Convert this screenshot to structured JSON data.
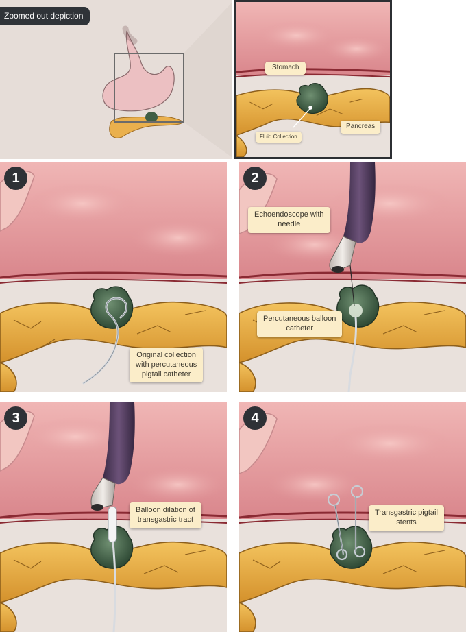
{
  "overview": {
    "tag": "Zoomed out depiction"
  },
  "inset": {
    "stomach_label": "Stomach",
    "fluid_label": "Fluid Collection",
    "pancreas_label": "Pancreas"
  },
  "steps": [
    {
      "number": "1",
      "label": "Original collection\nwith percutaneous\npigtail catheter"
    },
    {
      "number": "2",
      "label": "Echoendoscope with\nneedle",
      "label2": "Percutaneous balloon\ncatheter"
    },
    {
      "number": "3",
      "label": "Balloon dilation of\ntransgastric tract"
    },
    {
      "number": "4",
      "label": "Transgastric pigtail\nstents"
    }
  ],
  "colors": {
    "stomach_wall": "#e6a3a8",
    "pancreas": "#e3a53d",
    "collection": "#3f5e45",
    "label_bg": "#fbedc9",
    "badge_bg": "#2e3136",
    "scope": "#4f3a5c"
  }
}
